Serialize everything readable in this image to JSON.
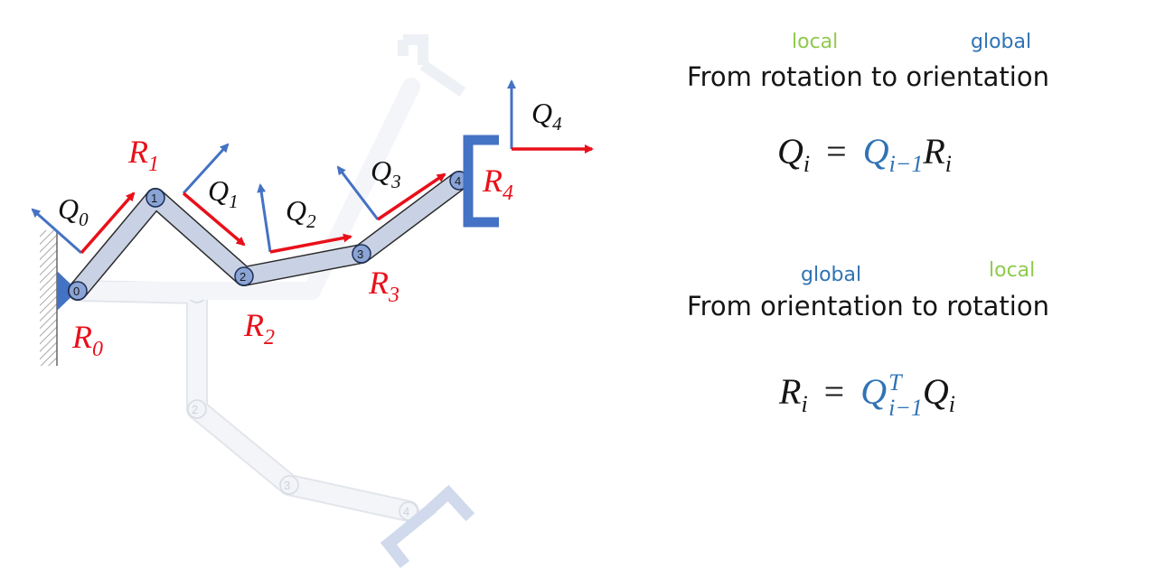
{
  "diagram": {
    "frame_labels": [
      "Q",
      "Q",
      "Q",
      "Q",
      "Q"
    ],
    "frame_subscripts": [
      "0",
      "1",
      "2",
      "3",
      "4"
    ],
    "rotation_labels": [
      "R",
      "R",
      "R",
      "R",
      "R"
    ],
    "rotation_subscripts": [
      "0",
      "1",
      "2",
      "3",
      "4"
    ],
    "joint_numbers": [
      "0",
      "1",
      "2",
      "3",
      "4"
    ],
    "ghost_joint_numbers": [
      "1",
      "2",
      "3",
      "4"
    ],
    "colors": {
      "rotation": "#e8101a",
      "orientation": "#4472c4",
      "link_fill": "#c9d2e4",
      "joint_fill": "#8aa4d6",
      "ghost": "#e6e9ef"
    }
  },
  "section1": {
    "tag_left": "local",
    "tag_right": "global",
    "heading": "From rotation to orientation",
    "eq": {
      "lhs": "Q",
      "lhs_sub": "i",
      "eq": "=",
      "a": "Q",
      "a_sub": "i−1",
      "b": "R",
      "b_sub": "i"
    }
  },
  "section2": {
    "tag_left": "global",
    "tag_right": "local",
    "heading": "From orientation to rotation",
    "eq": {
      "lhs": "R",
      "lhs_sub": "i",
      "eq": "=",
      "a": "Q",
      "a_sup": "T",
      "a_sub": "i−1",
      "b": "Q",
      "b_sub": "i"
    }
  },
  "colors": {
    "local": "#8fca4e",
    "global": "#2f73b5"
  }
}
